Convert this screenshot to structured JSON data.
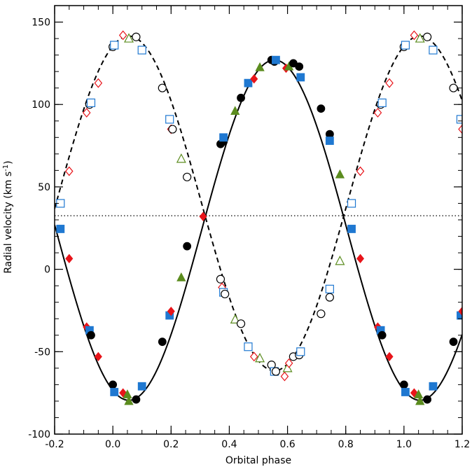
{
  "chart_data": {
    "type": "scatter",
    "xlabel": "Orbital phase",
    "ylabel": "Radial velocity (km s",
    "ylabel_sup": "-1",
    "ylabel_close": ")",
    "xlim": [
      -0.2,
      1.2
    ],
    "ylim": [
      -100,
      160
    ],
    "x_ticks": [
      -0.2,
      0.0,
      0.2,
      0.4,
      0.6,
      0.8,
      1.0,
      1.2
    ],
    "x_tick_labels": [
      "-0.2",
      "0.0",
      "0.2",
      "0.4",
      "0.6",
      "0.8",
      "1.0",
      "1.2"
    ],
    "y_ticks": [
      -100,
      -50,
      0,
      50,
      100,
      150
    ],
    "y_tick_labels": [
      "-100",
      "-50",
      "0",
      "50",
      "100",
      "150"
    ],
    "systemic_velocity": 32.5,
    "colors": {
      "red": "#e8141a",
      "blue": "#1f78d1",
      "green": "#5b8c1e",
      "black": "#000000"
    },
    "curves": [
      {
        "style": "solid",
        "gamma": 23.75,
        "K": 103.25,
        "phase_peak": 0.555
      },
      {
        "style": "dashed",
        "gamma": 40.0,
        "K": 101.5,
        "phase_peak": 0.055
      }
    ],
    "points_filled": [
      {
        "m": "sq",
        "x": -0.18,
        "y": 24.5
      },
      {
        "m": "di",
        "x": -0.15,
        "y": 6.5
      },
      {
        "m": "di",
        "x": -0.09,
        "y": -35
      },
      {
        "m": "sq",
        "x": -0.08,
        "y": -37
      },
      {
        "m": "ci",
        "x": -0.075,
        "y": -40
      },
      {
        "m": "di",
        "x": -0.05,
        "y": -53
      },
      {
        "m": "ci",
        "x": 0.0,
        "y": -70
      },
      {
        "m": "sq",
        "x": 0.005,
        "y": -74.5
      },
      {
        "m": "di",
        "x": 0.035,
        "y": -75
      },
      {
        "m": "tr",
        "x": 0.055,
        "y": -80
      },
      {
        "m": "tr",
        "x": 0.05,
        "y": -76
      },
      {
        "m": "ci",
        "x": 0.08,
        "y": -79
      },
      {
        "m": "sq",
        "x": 0.1,
        "y": -71
      },
      {
        "m": "ci",
        "x": 0.17,
        "y": -44
      },
      {
        "m": "sq",
        "x": 0.195,
        "y": -28
      },
      {
        "m": "di",
        "x": 0.2,
        "y": -25.5
      },
      {
        "m": "tr",
        "x": 0.235,
        "y": -5
      },
      {
        "m": "ci",
        "x": 0.255,
        "y": 14
      },
      {
        "m": "di",
        "x": 0.31,
        "y": 32
      },
      {
        "m": "ci",
        "x": 0.37,
        "y": 76
      },
      {
        "m": "ci",
        "x": 0.38,
        "y": 77.5
      },
      {
        "m": "sq",
        "x": 0.38,
        "y": 80
      },
      {
        "m": "tr",
        "x": 0.42,
        "y": 96
      },
      {
        "m": "ci",
        "x": 0.44,
        "y": 104
      },
      {
        "m": "sq",
        "x": 0.465,
        "y": 113
      },
      {
        "m": "di",
        "x": 0.485,
        "y": 115.5
      },
      {
        "m": "tr",
        "x": 0.505,
        "y": 122.5
      },
      {
        "m": "ci",
        "x": 0.545,
        "y": 127
      },
      {
        "m": "ci",
        "x": 0.555,
        "y": 126
      },
      {
        "m": "sq",
        "x": 0.56,
        "y": 127
      },
      {
        "m": "di",
        "x": 0.595,
        "y": 122
      },
      {
        "m": "tr",
        "x": 0.605,
        "y": 123
      },
      {
        "m": "ci",
        "x": 0.62,
        "y": 125
      },
      {
        "m": "ci",
        "x": 0.64,
        "y": 123
      },
      {
        "m": "sq",
        "x": 0.645,
        "y": 116.5
      },
      {
        "m": "ci",
        "x": 0.715,
        "y": 97.5
      },
      {
        "m": "ci",
        "x": 0.745,
        "y": 82
      },
      {
        "m": "sq",
        "x": 0.745,
        "y": 78
      },
      {
        "m": "tr",
        "x": 0.78,
        "y": 57.5
      },
      {
        "m": "sq",
        "x": 0.82,
        "y": 24.5
      },
      {
        "m": "di",
        "x": 0.85,
        "y": 6.5
      },
      {
        "m": "di",
        "x": 0.91,
        "y": -35
      },
      {
        "m": "sq",
        "x": 0.92,
        "y": -37
      },
      {
        "m": "ci",
        "x": 0.925,
        "y": -40
      },
      {
        "m": "di",
        "x": 0.95,
        "y": -53
      },
      {
        "m": "ci",
        "x": 1.0,
        "y": -70
      },
      {
        "m": "sq",
        "x": 1.005,
        "y": -74.5
      },
      {
        "m": "di",
        "x": 1.035,
        "y": -75
      },
      {
        "m": "tr",
        "x": 1.055,
        "y": -80
      },
      {
        "m": "tr",
        "x": 1.05,
        "y": -76
      },
      {
        "m": "ci",
        "x": 1.08,
        "y": -79
      },
      {
        "m": "sq",
        "x": 1.1,
        "y": -71
      },
      {
        "m": "ci",
        "x": 1.17,
        "y": -44
      },
      {
        "m": "sq",
        "x": 1.195,
        "y": -28
      },
      {
        "m": "di",
        "x": 1.2,
        "y": -25.5
      }
    ],
    "points_open": [
      {
        "m": "sq",
        "x": -0.18,
        "y": 40
      },
      {
        "m": "di",
        "x": -0.15,
        "y": 59.5
      },
      {
        "m": "di",
        "x": -0.09,
        "y": 95
      },
      {
        "m": "ci",
        "x": -0.08,
        "y": 100
      },
      {
        "m": "sq",
        "x": -0.075,
        "y": 101
      },
      {
        "m": "di",
        "x": -0.05,
        "y": 113
      },
      {
        "m": "ci",
        "x": 0.0,
        "y": 135
      },
      {
        "m": "sq",
        "x": 0.005,
        "y": 136
      },
      {
        "m": "di",
        "x": 0.035,
        "y": 142
      },
      {
        "m": "tr",
        "x": 0.055,
        "y": 140
      },
      {
        "m": "ci",
        "x": 0.08,
        "y": 141
      },
      {
        "m": "sq",
        "x": 0.1,
        "y": 133
      },
      {
        "m": "ci",
        "x": 0.17,
        "y": 110
      },
      {
        "m": "sq",
        "x": 0.195,
        "y": 91
      },
      {
        "m": "di",
        "x": 0.2,
        "y": 85
      },
      {
        "m": "ci",
        "x": 0.205,
        "y": 85
      },
      {
        "m": "tr",
        "x": 0.235,
        "y": 67
      },
      {
        "m": "ci",
        "x": 0.255,
        "y": 56
      },
      {
        "m": "ci",
        "x": 0.37,
        "y": -6
      },
      {
        "m": "di",
        "x": 0.375,
        "y": -11
      },
      {
        "m": "sq",
        "x": 0.38,
        "y": -14
      },
      {
        "m": "ci",
        "x": 0.385,
        "y": -15
      },
      {
        "m": "tr",
        "x": 0.42,
        "y": -30.5
      },
      {
        "m": "ci",
        "x": 0.44,
        "y": -33
      },
      {
        "m": "sq",
        "x": 0.465,
        "y": -47
      },
      {
        "m": "di",
        "x": 0.485,
        "y": -53
      },
      {
        "m": "tr",
        "x": 0.505,
        "y": -54
      },
      {
        "m": "ci",
        "x": 0.545,
        "y": -58
      },
      {
        "m": "sq",
        "x": 0.555,
        "y": -62
      },
      {
        "m": "ci",
        "x": 0.56,
        "y": -62
      },
      {
        "m": "di",
        "x": 0.59,
        "y": -65
      },
      {
        "m": "tr",
        "x": 0.6,
        "y": -60
      },
      {
        "m": "di",
        "x": 0.605,
        "y": -57
      },
      {
        "m": "ci",
        "x": 0.62,
        "y": -53
      },
      {
        "m": "ci",
        "x": 0.64,
        "y": -52
      },
      {
        "m": "sq",
        "x": 0.645,
        "y": -50
      },
      {
        "m": "ci",
        "x": 0.715,
        "y": -27
      },
      {
        "m": "ci",
        "x": 0.745,
        "y": -17
      },
      {
        "m": "sq",
        "x": 0.745,
        "y": -12
      },
      {
        "m": "tr",
        "x": 0.78,
        "y": 5
      },
      {
        "m": "sq",
        "x": 0.82,
        "y": 40
      },
      {
        "m": "di",
        "x": 0.85,
        "y": 59.5
      },
      {
        "m": "di",
        "x": 0.91,
        "y": 95
      },
      {
        "m": "ci",
        "x": 0.92,
        "y": 100
      },
      {
        "m": "sq",
        "x": 0.925,
        "y": 101
      },
      {
        "m": "di",
        "x": 0.95,
        "y": 113
      },
      {
        "m": "ci",
        "x": 1.0,
        "y": 135
      },
      {
        "m": "sq",
        "x": 1.005,
        "y": 136
      },
      {
        "m": "di",
        "x": 1.035,
        "y": 142
      },
      {
        "m": "tr",
        "x": 1.055,
        "y": 140
      },
      {
        "m": "ci",
        "x": 1.08,
        "y": 141
      },
      {
        "m": "sq",
        "x": 1.1,
        "y": 133
      },
      {
        "m": "ci",
        "x": 1.17,
        "y": 110
      },
      {
        "m": "sq",
        "x": 1.195,
        "y": 91
      },
      {
        "m": "di",
        "x": 1.2,
        "y": 85
      }
    ]
  }
}
